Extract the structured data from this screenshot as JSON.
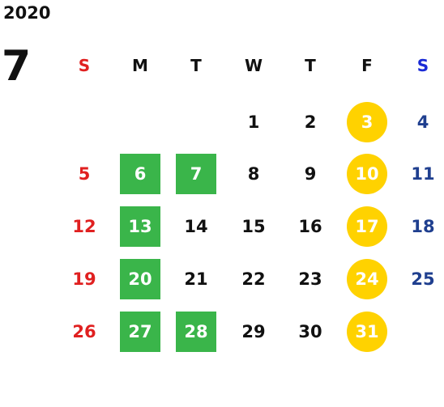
{
  "year": "2020",
  "month": "7",
  "colors": {
    "sunday": "#e02020",
    "saturday": "#1f3f8f",
    "saturday_header": "#1a2ad6",
    "weekday": "#111111",
    "green_box": "#3ab54a",
    "yellow_circle": "#ffd200"
  },
  "weekdays": [
    "S",
    "M",
    "T",
    "W",
    "T",
    "F",
    "S"
  ],
  "weeks": [
    [
      {
        "day": ""
      },
      {
        "day": ""
      },
      {
        "day": ""
      },
      {
        "day": "1"
      },
      {
        "day": "2"
      },
      {
        "day": "3",
        "mark": "yellow-circle"
      },
      {
        "day": "4"
      }
    ],
    [
      {
        "day": "5"
      },
      {
        "day": "6",
        "mark": "green-box"
      },
      {
        "day": "7",
        "mark": "green-box"
      },
      {
        "day": "8"
      },
      {
        "day": "9"
      },
      {
        "day": "10",
        "mark": "yellow-circle"
      },
      {
        "day": "11"
      }
    ],
    [
      {
        "day": "12"
      },
      {
        "day": "13",
        "mark": "green-box"
      },
      {
        "day": "14"
      },
      {
        "day": "15"
      },
      {
        "day": "16"
      },
      {
        "day": "17",
        "mark": "yellow-circle"
      },
      {
        "day": "18"
      }
    ],
    [
      {
        "day": "19"
      },
      {
        "day": "20",
        "mark": "green-box"
      },
      {
        "day": "21"
      },
      {
        "day": "22"
      },
      {
        "day": "23"
      },
      {
        "day": "24",
        "mark": "yellow-circle"
      },
      {
        "day": "25"
      }
    ],
    [
      {
        "day": "26"
      },
      {
        "day": "27",
        "mark": "green-box"
      },
      {
        "day": "28",
        "mark": "green-box"
      },
      {
        "day": "29"
      },
      {
        "day": "30"
      },
      {
        "day": "31",
        "mark": "yellow-circle"
      },
      {
        "day": ""
      }
    ]
  ]
}
